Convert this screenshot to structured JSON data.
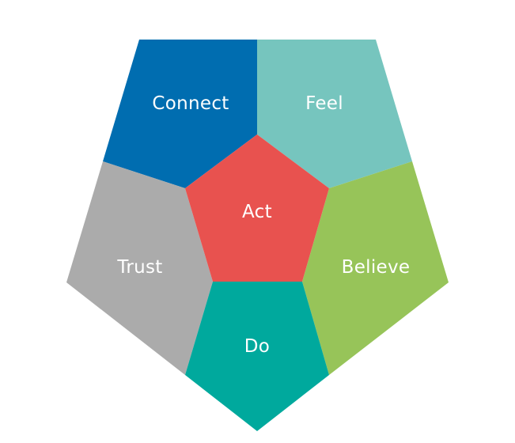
{
  "diagram": {
    "segments": {
      "connect": {
        "label": "Connect",
        "color": "#006DB0"
      },
      "feel": {
        "label": "Feel",
        "color": "#76C5BE"
      },
      "trust": {
        "label": "Trust",
        "color": "#ABABAB"
      },
      "believe": {
        "label": "Believe",
        "color": "#97C459"
      },
      "do": {
        "label": "Do",
        "color": "#00A99D"
      },
      "act": {
        "label": "Act",
        "color": "#E8524F"
      }
    }
  }
}
